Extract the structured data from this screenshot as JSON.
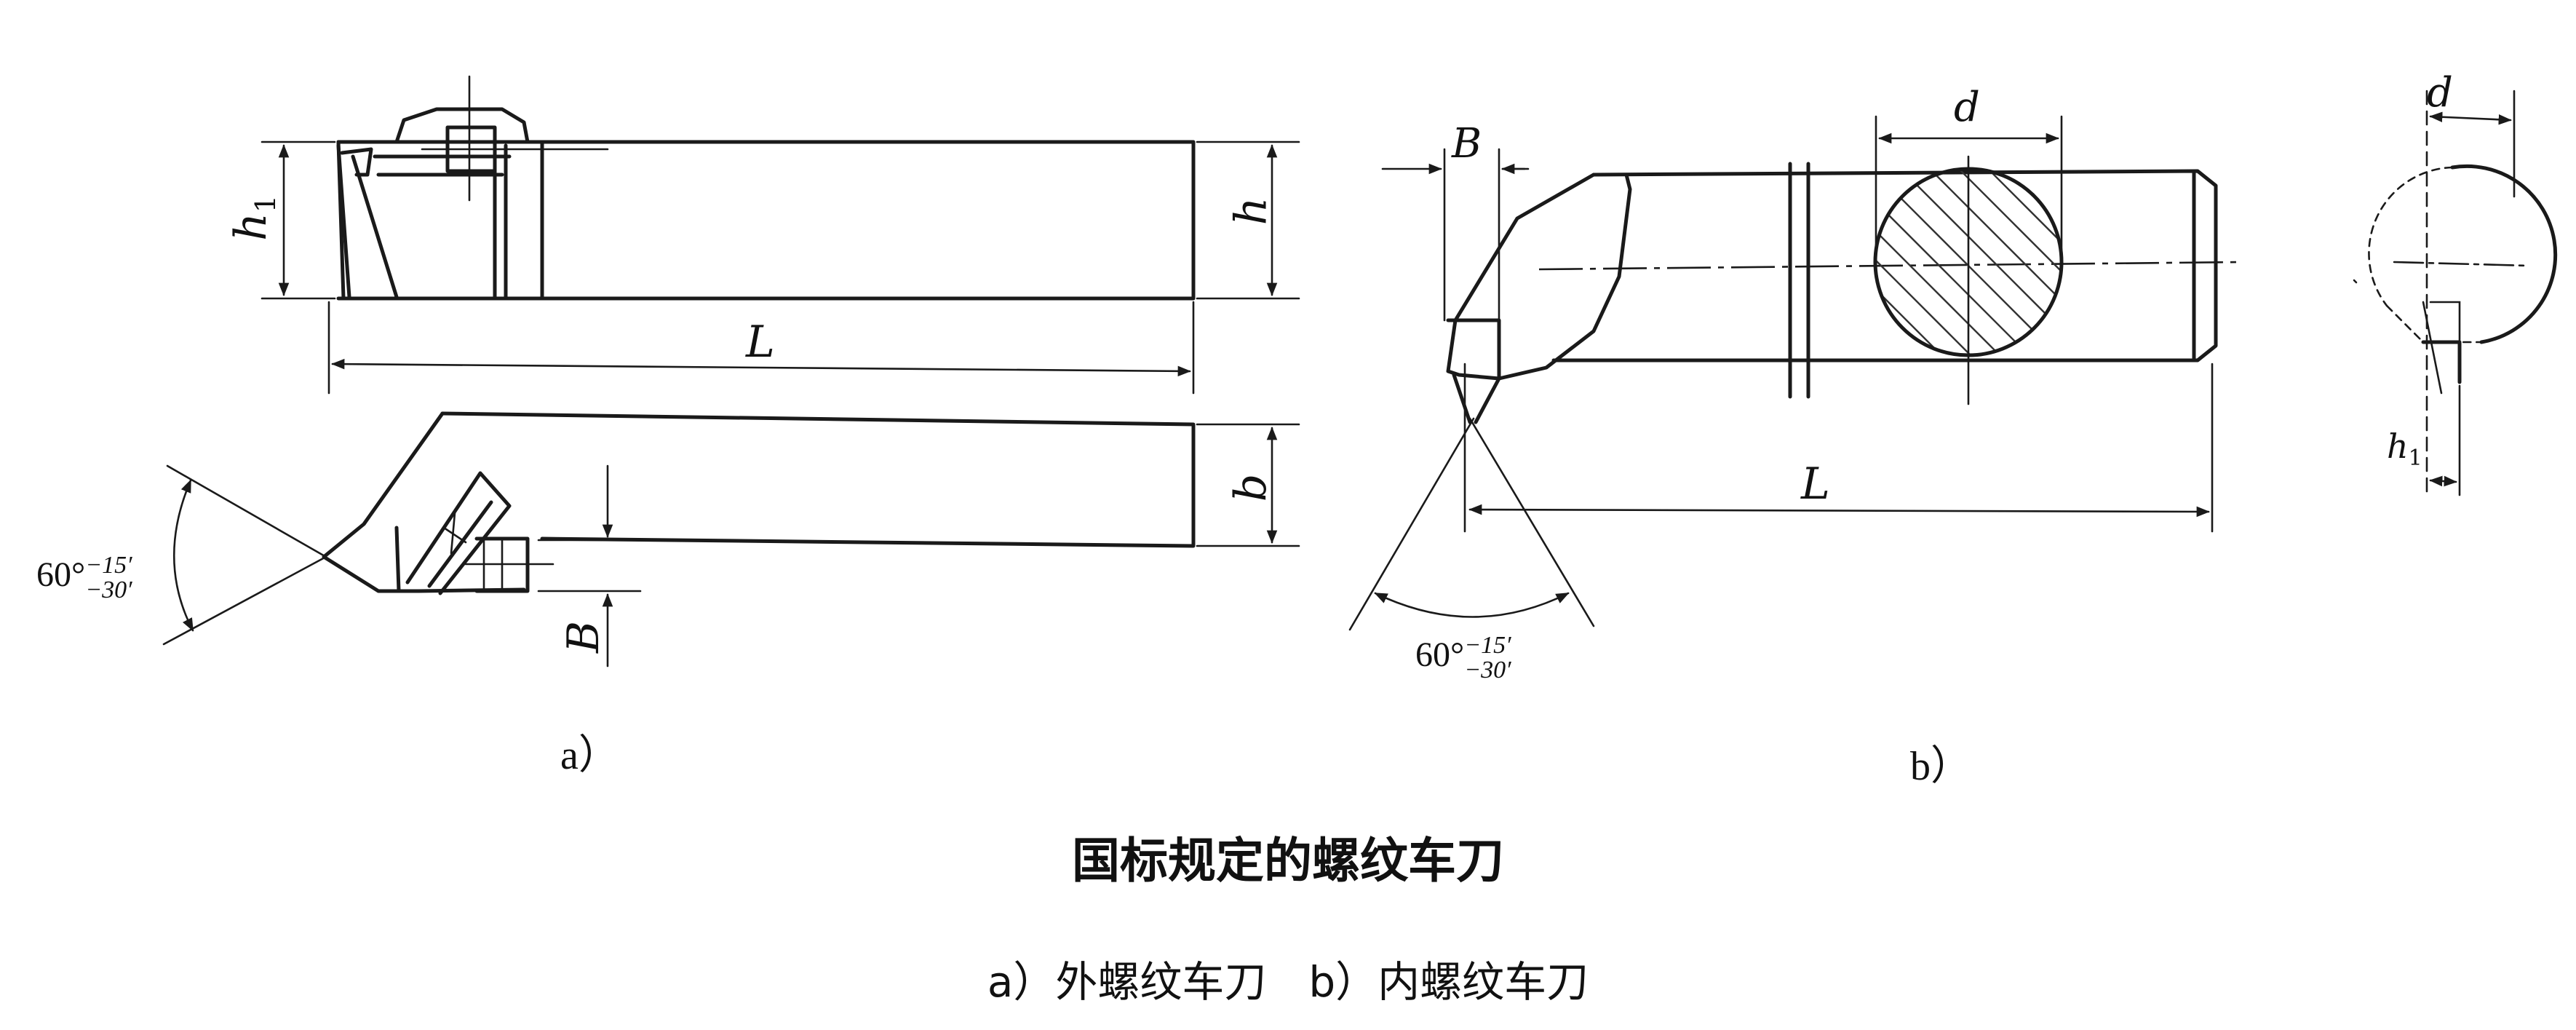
{
  "figure": {
    "title": "国标规定的螺纹车刀",
    "subtitle": "a）外螺纹车刀　b）内螺纹车刀",
    "part_a": {
      "label": "a）",
      "dims": {
        "h1": "h",
        "h1_sub": "1",
        "h": "h",
        "L": "L",
        "b": "b",
        "B": "B"
      },
      "angle": {
        "base": "60°",
        "upper": "−15′",
        "lower": "−30′"
      }
    },
    "part_b": {
      "label": "b）",
      "dims": {
        "B": "B",
        "d": "d",
        "L": "L",
        "d_side": "d",
        "h1": "h",
        "h1_sub": "1"
      },
      "angle": {
        "base": "60°",
        "upper": "−15′",
        "lower": "−30′"
      }
    }
  }
}
